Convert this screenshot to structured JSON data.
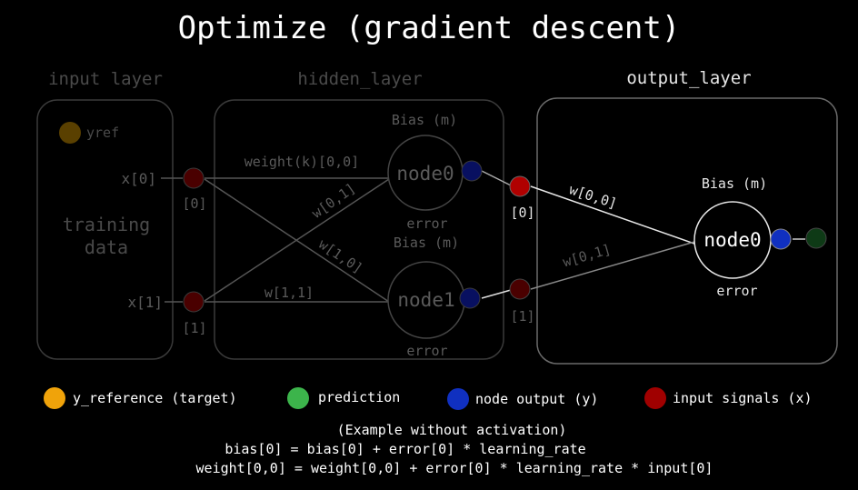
{
  "title": "Optimize (gradient descent)",
  "layers": {
    "input": "input layer",
    "hidden": "hidden_layer",
    "output": "output_layer"
  },
  "input_panel": {
    "yref": "yref",
    "training": "training",
    "data": "data",
    "x0": "x[0]",
    "x1": "x[1]",
    "idx0": "[0]",
    "idx1": "[1]"
  },
  "hidden_panel": {
    "bias0": "Bias (m)",
    "bias1": "Bias (m)",
    "node0": "node0",
    "node1": "node1",
    "error0": "error",
    "error1": "error",
    "w00": "weight(k)[0,0]",
    "w01": "w[0,1]",
    "w10": "w[1,0]",
    "w11": "w[1,1]"
  },
  "output_panel": {
    "idx0": "[0]",
    "idx1": "[1]",
    "w00": "w[0,0]",
    "w01": "w[0,1]",
    "bias": "Bias (m)",
    "node0": "node0",
    "error": "error"
  },
  "legend": {
    "yref": "y_reference (target)",
    "prediction": "prediction",
    "node_output": "node output (y)",
    "input_signals": "input signals (x)"
  },
  "formula": {
    "line1": "(Example without activation)",
    "line2": "bias[0] = bias[0] + error[0] * learning_rate",
    "line3": "weight[0,0] = weight[0,0] + error[0] * learning_rate * input[0]"
  },
  "colors": {
    "yref": "#f0a30a",
    "prediction": "#3cb44b",
    "node_output": "#1030c0",
    "input_signal": "#a00000"
  }
}
